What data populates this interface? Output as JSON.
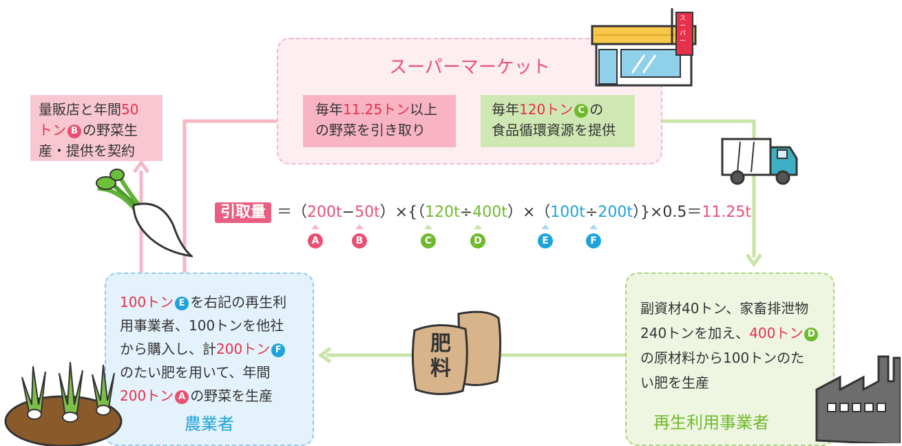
{
  "supermarket": {
    "title": "スーパーマーケット",
    "left_box": {
      "line1_pre": "毎年",
      "line1_amount": "11.25トン",
      "line1_post": "以上",
      "line2": "の野菜を引き取り"
    },
    "right_box": {
      "line1_pre": "毎年",
      "line1_amount": "120トン",
      "badge": "C",
      "line1_post": "の",
      "line2": "食品循環資源を提供"
    }
  },
  "contract_box": {
    "line1_pre": "量販店と年間",
    "line1_amount": "50",
    "line2_amount": "トン",
    "badge": "B",
    "line2_post": "の野菜生",
    "line3": "産・提供を契約"
  },
  "formula": {
    "label": "引取量",
    "eq1": "＝（",
    "v_a": "200t",
    "minus": "−",
    "v_b": "50t",
    "mid1": "）×{（",
    "v_c": "120t",
    "div1": "÷",
    "v_d": "400t",
    "mid2": "）×（",
    "v_e": "100t",
    "div2": "÷",
    "v_f": "200t",
    "mid3": "）}×0.5＝",
    "result": "11.25t",
    "markers": [
      "A",
      "B",
      "C",
      "D",
      "E",
      "F"
    ]
  },
  "farmer": {
    "title": "農業者",
    "line1_amount": "100トン",
    "line1_badge": "E",
    "line1_post": "を右記の再生利",
    "line2": "用事業者、100トンを他社",
    "line3_pre": "から購入し、計",
    "line3_amount": "200トン",
    "line3_badge": "F",
    "line4": "のたい肥を用いて、年間",
    "line5_amount": "200トン",
    "line5_badge": "A",
    "line5_post": "の野菜を生産"
  },
  "recycler": {
    "title": "再生利用事業者",
    "line1": "副資材40トン、家畜排泄物",
    "line2_pre": "240トンを加え、",
    "line2_amount": "400トン",
    "line2_badge": "D",
    "line3": "の原材料から100トンのた",
    "line4": "い肥を生産"
  },
  "fertilizer_bag": {
    "char1": "肥",
    "char2": "料"
  },
  "store_sign": "スーパー",
  "colors": {
    "pink": "#e8507a",
    "green": "#6fb92c",
    "blue": "#1da3dc",
    "red": "#e8304a"
  }
}
